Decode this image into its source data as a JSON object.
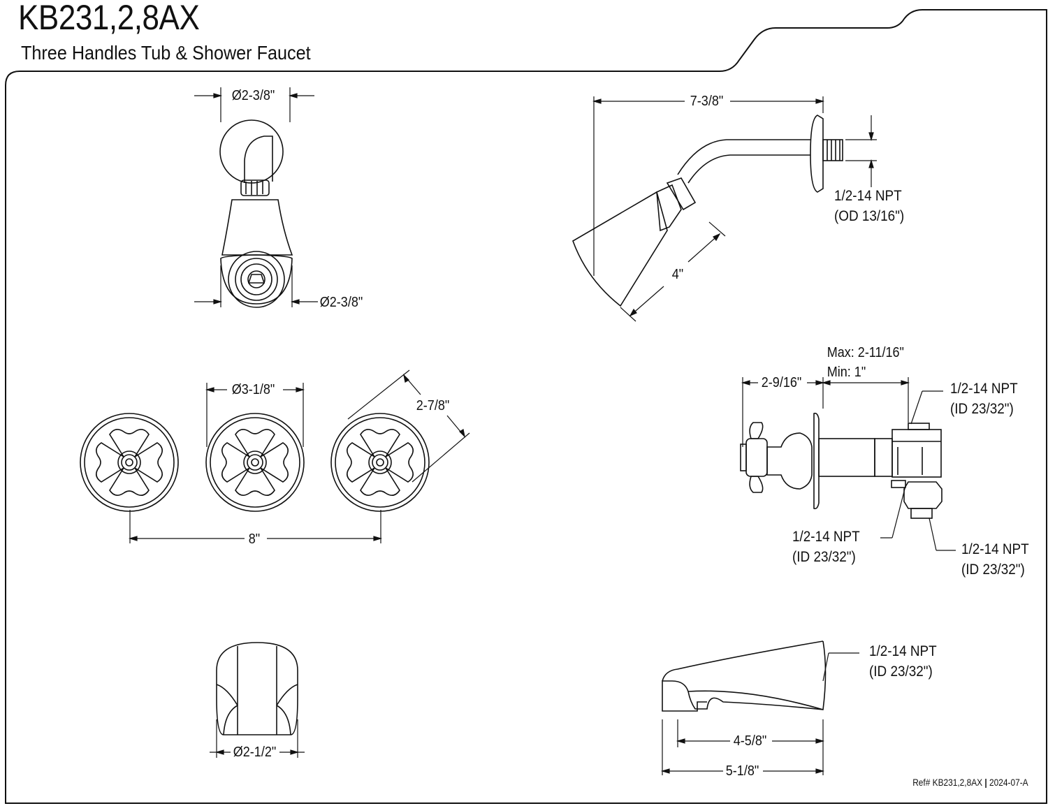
{
  "header": {
    "model": "KB231,2,8AX",
    "subtitle": "Three Handles Tub & Shower Faucet"
  },
  "dimensions": {
    "shower_flange_dia": "Ø2-3/8\"",
    "shower_head_dia": "Ø2-3/8\"",
    "shower_arm_reach": "7-3/8\"",
    "shower_head_len": "4\"",
    "handle_escutcheon_dia": "Ø3-1/8\"",
    "handle_escutcheon_diag": "2-7/8\"",
    "handle_spacing": "8\"",
    "valve_depth_max": "Max: 2-11/16\"",
    "valve_depth_min": "Min: 1\"",
    "valve_handle_depth": "2-9/16\"",
    "spout_dia": "Ø2-1/2\"",
    "spout_reach": "4-5/8\"",
    "spout_total": "5-1/8\""
  },
  "notes": {
    "shower_arm_conn": {
      "line1": "1/2-14 NPT",
      "line2": "(OD 13/16\")"
    },
    "valve_top_conn": {
      "line1": "1/2-14 NPT",
      "line2": "(ID 23/32\")"
    },
    "valve_left_conn": {
      "line1": "1/2-14 NPT",
      "line2": "(ID 23/32\")"
    },
    "valve_bottom_conn": {
      "line1": "1/2-14 NPT",
      "line2": "(ID 23/32\")"
    },
    "spout_conn": {
      "line1": "1/2-14 NPT",
      "line2": "(ID 23/32\")"
    }
  },
  "footer": {
    "ref": "Ref# KB231,2,8AX",
    "revision": "2024-07-A"
  }
}
